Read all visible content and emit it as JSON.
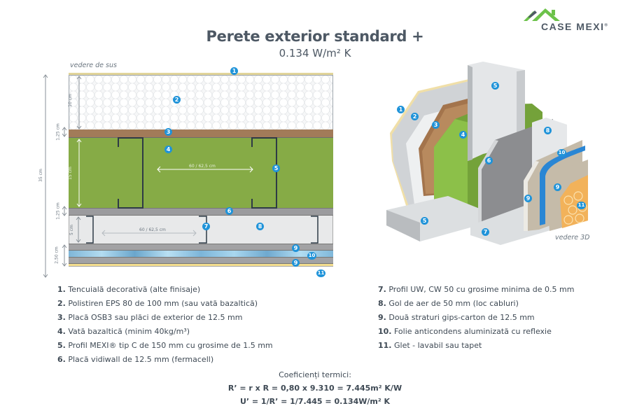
{
  "brand": {
    "name": "CASE MEXI",
    "mark": "®",
    "colors": {
      "roof_green": "#6cc24a",
      "roof_grey": "#4f5a66"
    }
  },
  "header": {
    "title": "Perete exterior standard +",
    "subtitle": "0.134 W/m² K"
  },
  "section_view": {
    "label": "vedere de sus",
    "dimensions": {
      "total": "35 cm",
      "eps": "10 cm",
      "osb": "1,25 cm",
      "wool": "15 cm",
      "vidiwall": "1,25 cm",
      "air": "5 cm",
      "gips": "2,50 cm",
      "stud_spacing_top": "60 / 62,5 cm",
      "stud_spacing_bottom": "60 / 62,5 cm"
    },
    "layer_colors": {
      "plaster": "#e2d59a",
      "eps": "#f6f7f8",
      "osb": "#a27b59",
      "wool": "#86ab46",
      "vidiwall": "#9b9b9e",
      "air": "#e8e9ea",
      "gips": "#a2a2a4",
      "foil": "#8fc6e4",
      "glet": "#f3dd8e"
    },
    "badges": [
      "1",
      "2",
      "3",
      "4",
      "5",
      "6",
      "7",
      "8",
      "9",
      "10",
      "9",
      "11"
    ]
  },
  "view_3d": {
    "label": "vedere 3D",
    "badges": [
      "1",
      "2",
      "3",
      "4",
      "5",
      "5",
      "6",
      "7",
      "8",
      "9",
      "9",
      "10",
      "11"
    ]
  },
  "legend_left": [
    {
      "num": "1.",
      "text": "Tencuială decorativă (alte finisaje)"
    },
    {
      "num": "2.",
      "text": "Polistiren EPS 80 de 100 mm (sau vată bazaltică)"
    },
    {
      "num": "3.",
      "text": "Placă OSB3 sau plăci de exterior de 12.5 mm"
    },
    {
      "num": "4.",
      "text": "Vată bazaltică (minim 40kg/m³)"
    },
    {
      "num": "5.",
      "text": "Profil MEXI® tip C de 150 mm cu grosime de 1.5 mm"
    },
    {
      "num": "6.",
      "text": "Placă vidiwall de 12.5 mm (fermacell)"
    }
  ],
  "legend_right": [
    {
      "num": "7.",
      "text": "Profil UW, CW 50 cu grosime minima de 0.5 mm"
    },
    {
      "num": "8.",
      "text": "Gol de aer de 50 mm (loc cabluri)"
    },
    {
      "num": "9.",
      "text": "Două straturi gips-carton de 12.5 mm"
    },
    {
      "num": "10.",
      "text": "Folie anticondens aluminizată cu reflexie"
    },
    {
      "num": "11.",
      "text": "Glet - lavabil sau tapet"
    }
  ],
  "coefficients": {
    "title": "Coeficienți termici:",
    "r_formula": "R’ = r x R = 0,80 x 9.310 = 7.445m² K/W",
    "u_formula": "U’ = 1/R’ = 1/7.445 = 0.134W/m² K"
  },
  "accent_colors": {
    "badge": "#1f93d9",
    "text": "#4d5864"
  }
}
